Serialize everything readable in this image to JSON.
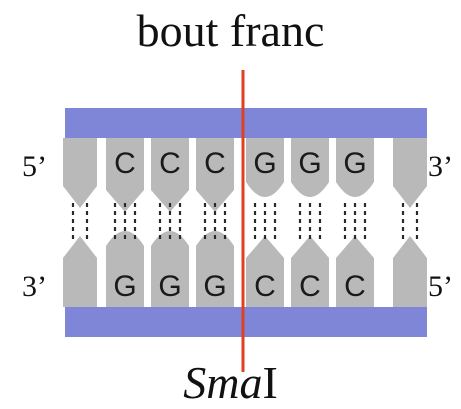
{
  "title": "bout franc",
  "enzyme": {
    "name": "Sma",
    "suffix": "I"
  },
  "strands": {
    "top": {
      "left_end": "5’",
      "right_end": "3’",
      "bases": [
        "C",
        "C",
        "C",
        "G",
        "G",
        "G"
      ]
    },
    "bottom": {
      "left_end": "3’",
      "right_end": "5’",
      "bases": [
        "G",
        "G",
        "G",
        "C",
        "C",
        "C"
      ]
    }
  },
  "colors": {
    "backbone": "#7f86d8",
    "base": "#b9b9b9",
    "cut_line": "#e0401f",
    "text": "#111111"
  }
}
